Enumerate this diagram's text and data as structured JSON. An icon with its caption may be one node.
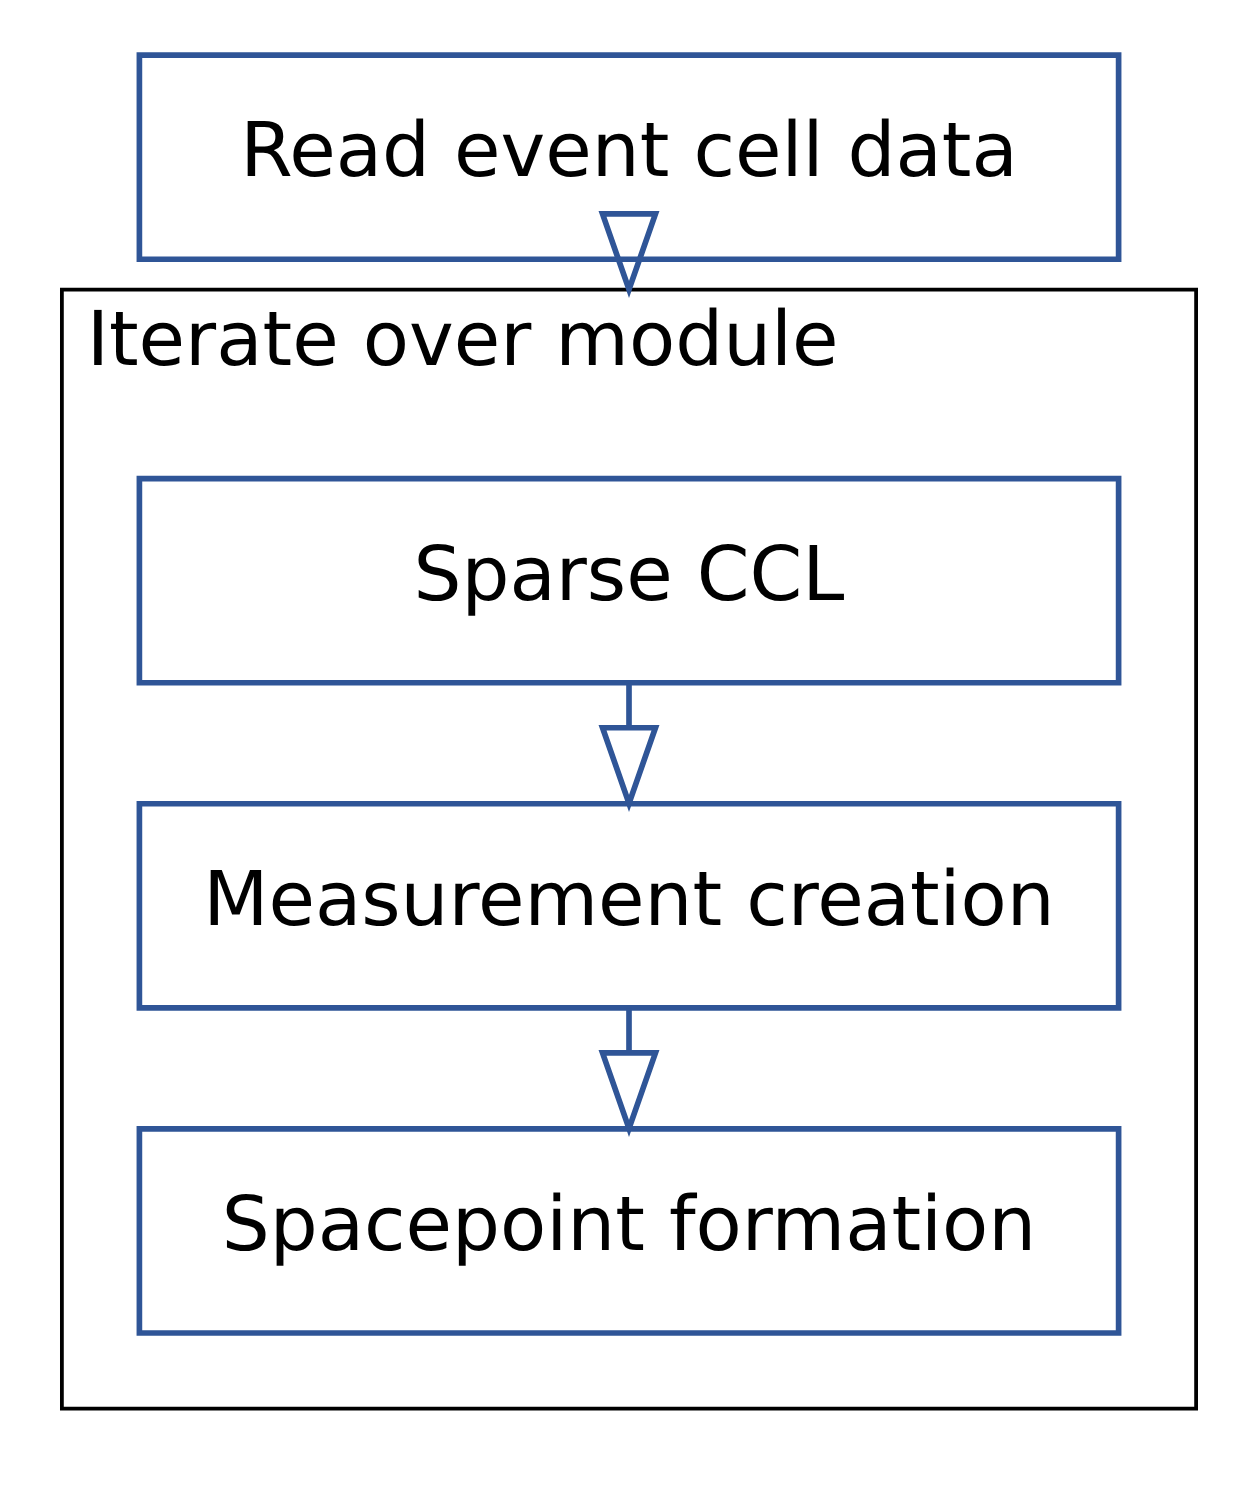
{
  "diagram": {
    "nodes": [
      {
        "text": [
          "Read event cell data"
        ]
      },
      {
        "text": [
          "Iterate over module"
        ]
      },
      {
        "text": [
          "Sparse CCL"
        ],
        "in": 1
      },
      {
        "text": [
          "Measurement creation"
        ],
        "in": 1
      },
      {
        "text": [
          "Spacepoint formation"
        ],
        "in": 1
      }
    ],
    "edges": [
      {
        "from": 0,
        "to": 1,
        "arrow": "to"
      },
      {
        "from": 2,
        "to": 3,
        "arrow": "to"
      },
      {
        "from": 3,
        "to": 4,
        "arrow": "to"
      }
    ]
  }
}
